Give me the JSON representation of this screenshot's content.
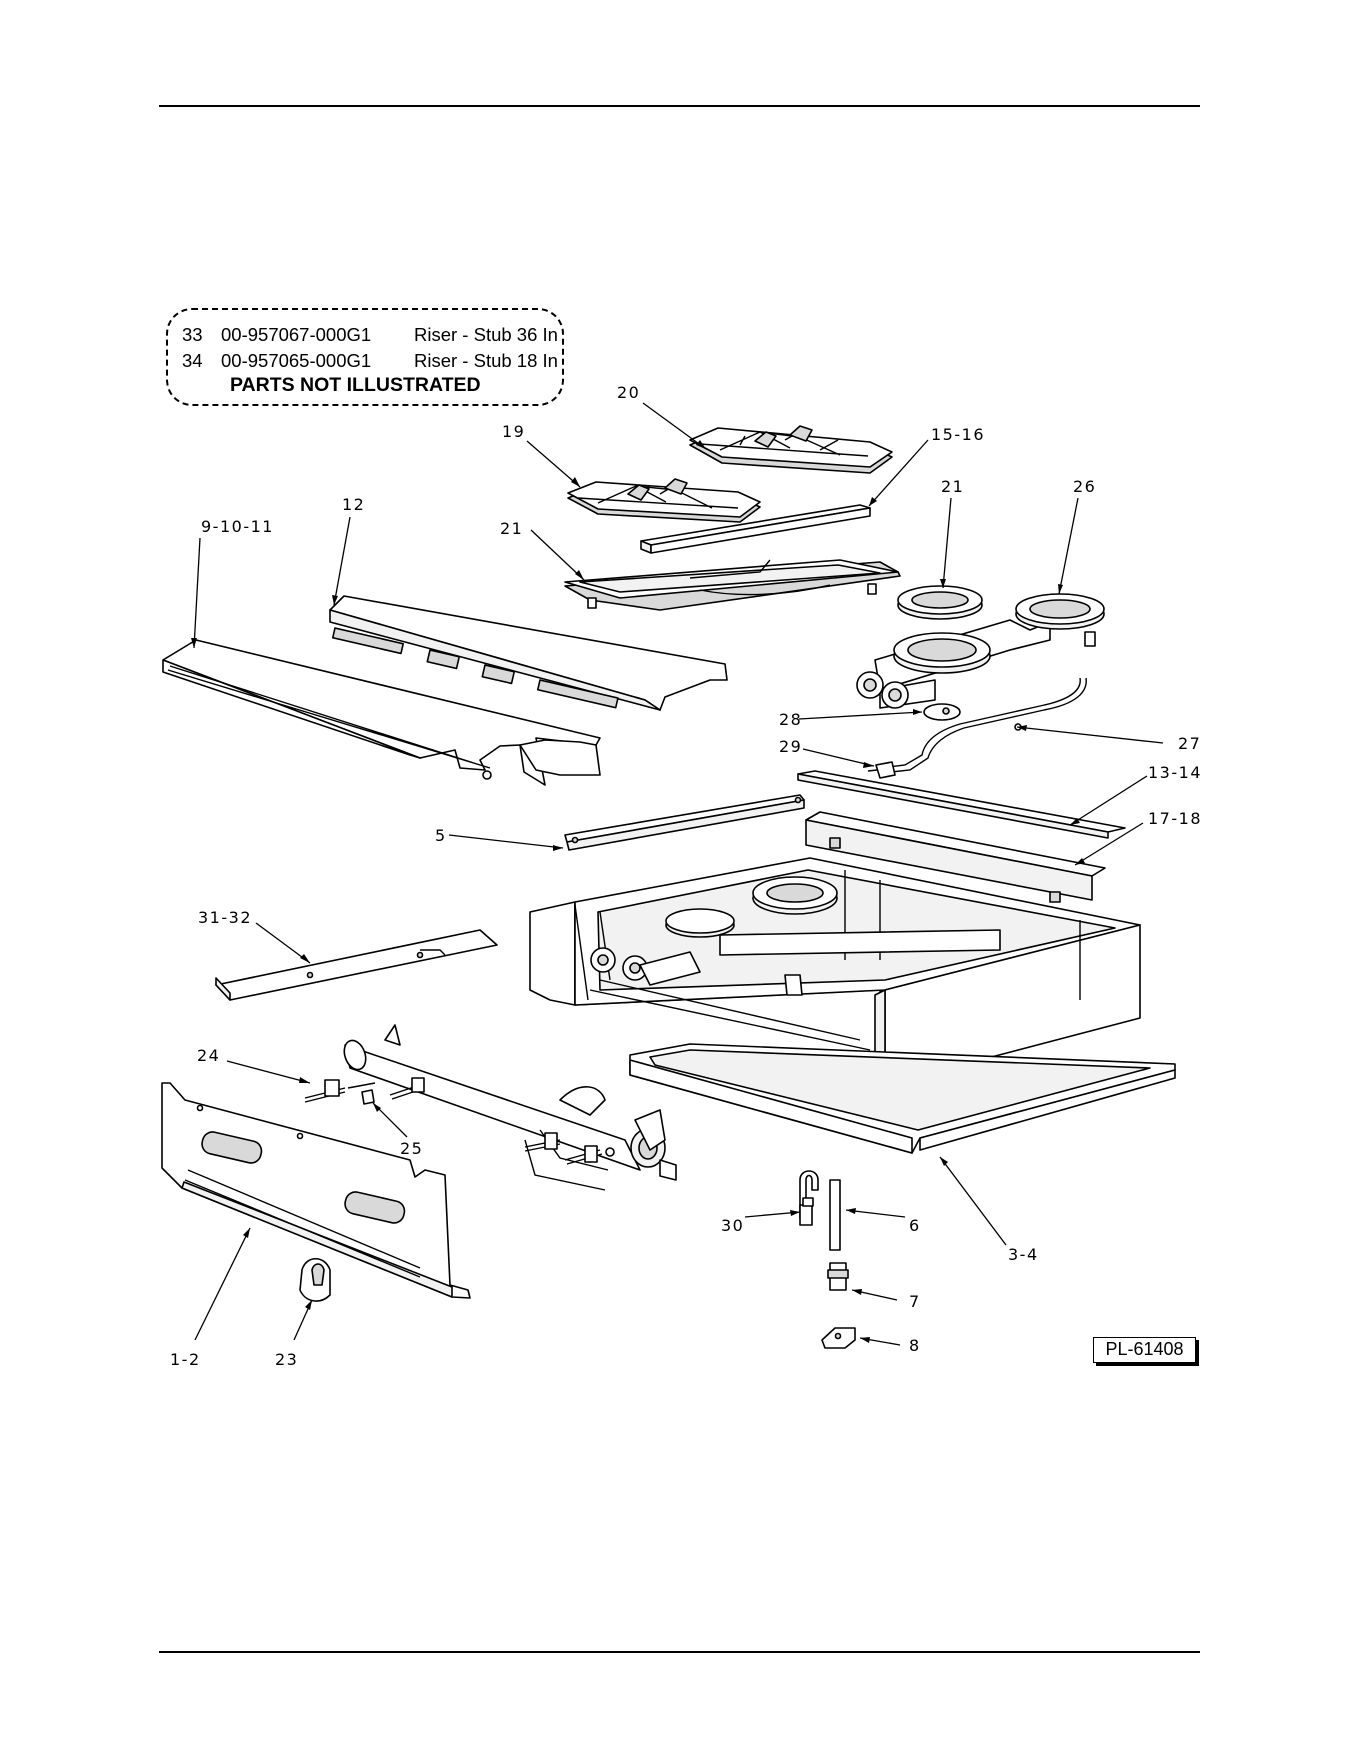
{
  "not_illustrated": {
    "rows": [
      {
        "item": "33",
        "part_no": "00-957067-000G1",
        "description": "Riser - Stub 36 In"
      },
      {
        "item": "34",
        "part_no": "00-957065-000G1",
        "description": "Riser - Stub 18 In"
      }
    ],
    "title": "PARTS NOT ILLUSTRATED"
  },
  "callouts": {
    "c20": "20",
    "c19": "19",
    "c15_16": "15-16",
    "c21a": "21",
    "c26": "26",
    "c12": "12",
    "c9_10_11": "9-10-11",
    "c21b": "21",
    "c28": "28",
    "c29": "29",
    "c27": "27",
    "c13_14": "13-14",
    "c17_18": "17-18",
    "c5": "5",
    "c31_32": "31-32",
    "c24": "24",
    "c25": "25",
    "c30": "30",
    "c6": "6",
    "c3_4": "3-4",
    "c7": "7",
    "c8": "8",
    "c1_2": "1-2",
    "c23": "23"
  },
  "drawing_number": "PL-61408"
}
